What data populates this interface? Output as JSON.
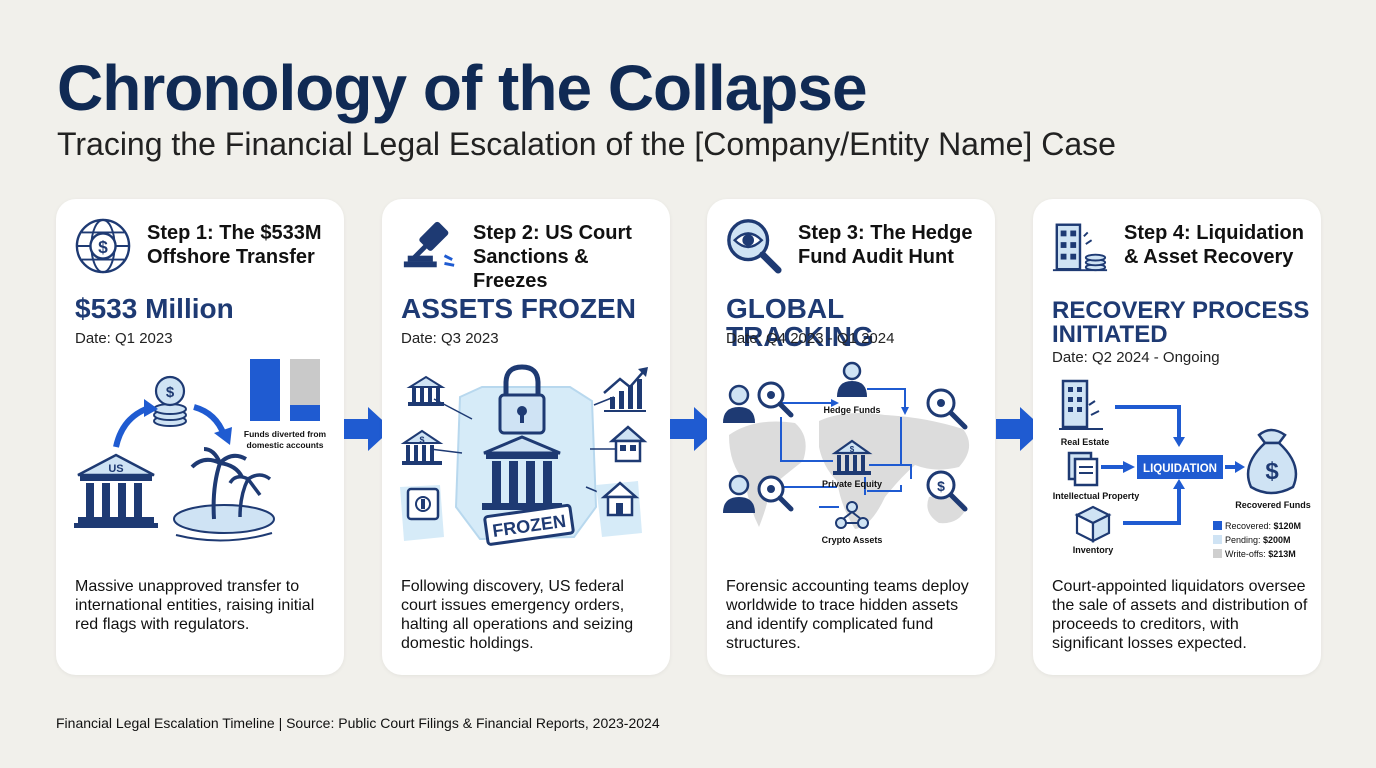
{
  "title": "Chronology of the Collapse",
  "subtitle": "Tracing the Financial Legal Escalation of the [Company/Entity Name] Case",
  "colors": {
    "navy": "#102a54",
    "accent_blue": "#1f5bd1",
    "card_bg": "#ffffff",
    "page_bg": "#f1f0eb",
    "ice": "#cfe6f7"
  },
  "steps": [
    {
      "icon": "globe-dollar-icon",
      "title": "Step 1: The $533M Offshore Transfer",
      "headline": "$533 Million",
      "date": "Date: Q1 2023",
      "labels": {
        "us": "US",
        "diverted_line1": "Funds diverted from",
        "diverted_line2": "domestic accounts"
      },
      "bars": [
        {
          "name": "diverted",
          "fraction": 1.0,
          "color": "#1f5bd1"
        },
        {
          "name": "remaining",
          "fraction": 1.0,
          "color": "#c9c9c9",
          "blue_fraction": 0.25
        }
      ],
      "description": "Massive unapproved transfer to international entities, raising initial red flags with regulators."
    },
    {
      "icon": "gavel-icon",
      "title": "Step 2: US Court Sanctions & Freezes",
      "headline": "ASSETS FROZEN",
      "date": "Date: Q3 2023",
      "labels": {
        "frozen_stamp": "FROZEN"
      },
      "description": "Following discovery, US federal court issues emergency orders, halting all operations and seizing domestic holdings."
    },
    {
      "icon": "magnifier-eye-icon",
      "title": "Step 3: The Hedge Fund Audit Hunt",
      "headline": "GLOBAL TRACKING",
      "date": "Date: Q4 2023 - Q1 2024",
      "labels": {
        "hedge_funds": "Hedge Funds",
        "private_equity": "Private Equity",
        "crypto_assets": "Crypto Assets"
      },
      "description": "Forensic accounting teams deploy worldwide to trace hidden assets and identify complicated fund structures."
    },
    {
      "icon": "buildings-coins-icon",
      "title": "Step 4: Liquidation & Asset Recovery",
      "headline": "RECOVERY PROCESS INITIATED",
      "date": "Date: Q2 2024 - Ongoing",
      "labels": {
        "real_estate": "Real Estate",
        "intellectual_property": "Intellectual Property",
        "inventory": "Inventory",
        "liquidation": "LIQUIDATION",
        "recovered_funds": "Recovered Funds"
      },
      "legend": [
        {
          "label": "Recovered: ",
          "value": "$120M",
          "color": "#1f5bd1"
        },
        {
          "label": "Pending: ",
          "value": "$200M",
          "color": "#cfe3f4"
        },
        {
          "label": "Write-offs: ",
          "value": "$213M",
          "color": "#cfcfcf"
        }
      ],
      "description": "Court-appointed liquidators oversee the sale of assets and distribution of proceeds to creditors, with significant losses expected."
    }
  ],
  "footer": "Financial Legal Escalation Timeline | Source: Public Court Filings & Financial Reports, 2023-2024"
}
